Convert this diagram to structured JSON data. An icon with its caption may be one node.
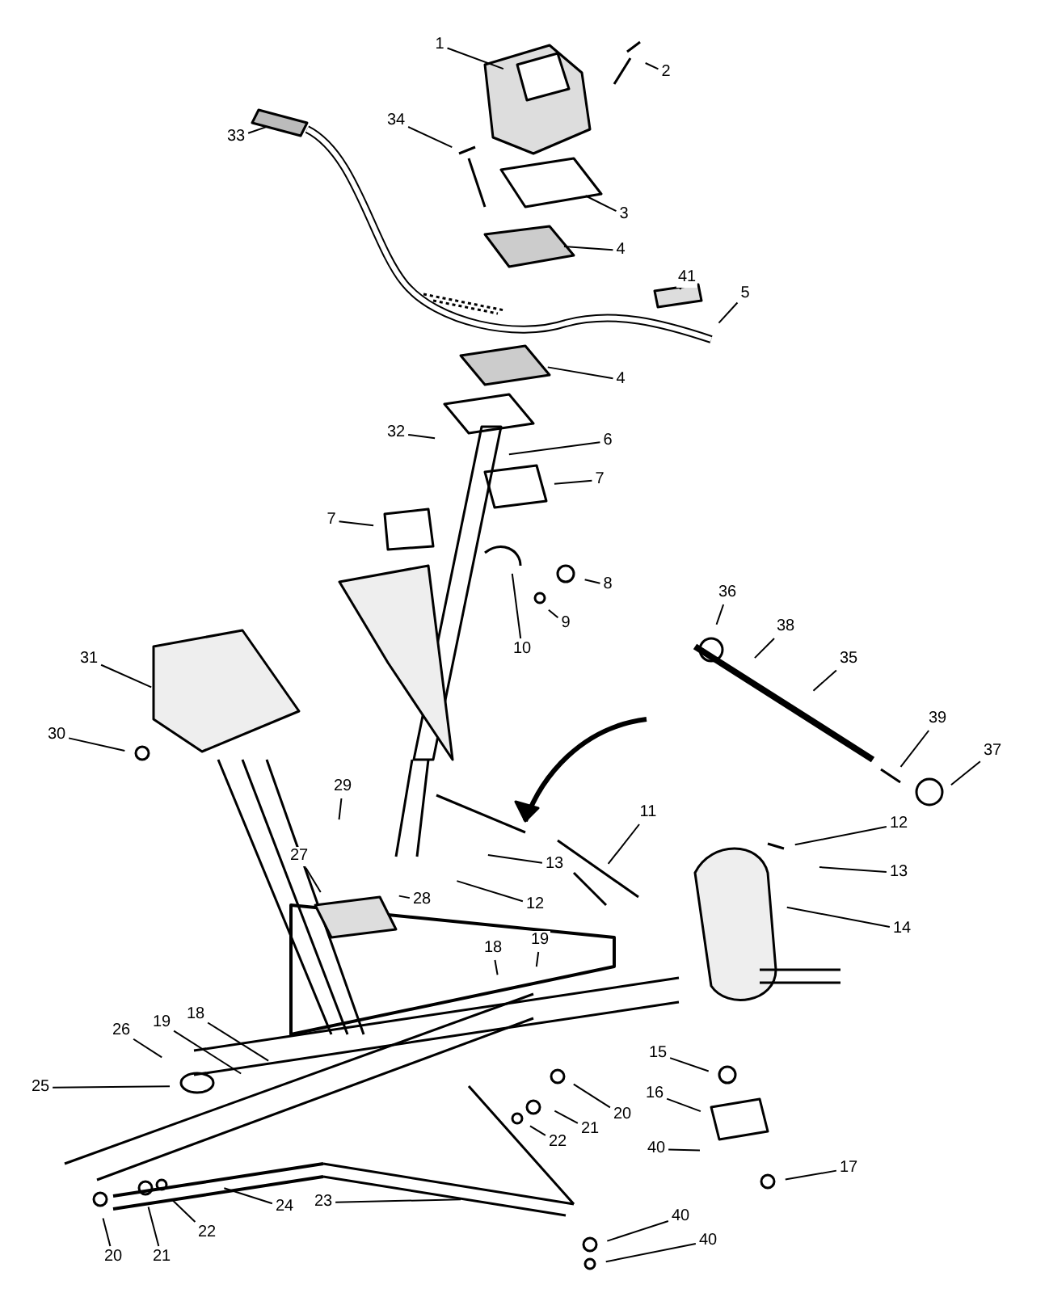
{
  "diagram": {
    "nodes": [
      {
        "text": [
          "1"
        ]
      },
      {
        "text": [
          "2"
        ]
      },
      {
        "text": [
          "33"
        ]
      },
      {
        "text": [
          "34"
        ]
      },
      {
        "text": [
          "3"
        ]
      },
      {
        "text": [
          "4"
        ]
      },
      {
        "text": [
          "41"
        ]
      },
      {
        "text": [
          "5"
        ]
      },
      {
        "text": [
          "4"
        ]
      },
      {
        "text": [
          "32"
        ]
      },
      {
        "text": [
          "6"
        ]
      },
      {
        "text": [
          "7"
        ]
      },
      {
        "text": [
          "7"
        ]
      },
      {
        "text": [
          "8"
        ]
      },
      {
        "text": [
          "9"
        ]
      },
      {
        "text": [
          "10"
        ]
      },
      {
        "text": [
          "36"
        ]
      },
      {
        "text": [
          "38"
        ]
      },
      {
        "text": [
          "35"
        ]
      },
      {
        "text": [
          "31"
        ]
      },
      {
        "text": [
          "30"
        ]
      },
      {
        "text": [
          "39"
        ]
      },
      {
        "text": [
          "37"
        ]
      },
      {
        "text": [
          "29"
        ]
      },
      {
        "text": [
          "11"
        ]
      },
      {
        "text": [
          "12"
        ]
      },
      {
        "text": [
          "27"
        ]
      },
      {
        "text": [
          "13"
        ]
      },
      {
        "text": [
          "13"
        ]
      },
      {
        "text": [
          "28"
        ]
      },
      {
        "text": [
          "12"
        ]
      },
      {
        "text": [
          "14"
        ]
      },
      {
        "text": [
          "18"
        ]
      },
      {
        "text": [
          "19"
        ]
      },
      {
        "text": [
          "26"
        ]
      },
      {
        "text": [
          "19"
        ]
      },
      {
        "text": [
          "18"
        ]
      },
      {
        "text": [
          "25"
        ]
      },
      {
        "text": [
          "15"
        ]
      },
      {
        "text": [
          "16"
        ]
      },
      {
        "text": [
          "20"
        ]
      },
      {
        "text": [
          "21"
        ]
      },
      {
        "text": [
          "22"
        ]
      },
      {
        "text": [
          "40"
        ]
      },
      {
        "text": [
          "17"
        ]
      },
      {
        "text": [
          "24"
        ]
      },
      {
        "text": [
          "23"
        ]
      },
      {
        "text": [
          "20"
        ]
      },
      {
        "text": [
          "21"
        ]
      },
      {
        "text": [
          "22"
        ]
      },
      {
        "text": [
          "40"
        ]
      },
      {
        "text": [
          "40"
        ]
      }
    ],
    "edges": [
      {
        "from": 0,
        "to": null,
        "arrow": "none"
      },
      {
        "from": 1,
        "to": null,
        "arrow": "none"
      },
      {
        "from": 2,
        "to": null,
        "arrow": "none"
      },
      {
        "from": 3,
        "to": null,
        "arrow": "none"
      },
      {
        "from": 4,
        "to": null,
        "arrow": "none"
      },
      {
        "from": 5,
        "to": null,
        "arrow": "none"
      },
      {
        "from": 6,
        "to": null,
        "arrow": "none"
      },
      {
        "from": 7,
        "to": null,
        "arrow": "none"
      },
      {
        "from": 8,
        "to": null,
        "arrow": "none"
      },
      {
        "from": 9,
        "to": null,
        "arrow": "none"
      },
      {
        "from": 10,
        "to": null,
        "arrow": "none"
      },
      {
        "from": 11,
        "to": null,
        "arrow": "none"
      },
      {
        "from": 12,
        "to": null,
        "arrow": "none"
      },
      {
        "from": 13,
        "to": null,
        "arrow": "none"
      },
      {
        "from": 14,
        "to": null,
        "arrow": "none"
      },
      {
        "from": 15,
        "to": null,
        "arrow": "none"
      },
      {
        "from": 16,
        "to": null,
        "arrow": "none"
      },
      {
        "from": 17,
        "to": null,
        "arrow": "none"
      },
      {
        "from": 18,
        "to": null,
        "arrow": "none"
      },
      {
        "from": 19,
        "to": null,
        "arrow": "none"
      },
      {
        "from": 20,
        "to": null,
        "arrow": "none"
      },
      {
        "from": 21,
        "to": null,
        "arrow": "none"
      },
      {
        "from": 22,
        "to": null,
        "arrow": "none"
      },
      {
        "from": 23,
        "to": null,
        "arrow": "none"
      },
      {
        "from": 24,
        "to": null,
        "arrow": "none"
      },
      {
        "from": 25,
        "to": null,
        "arrow": "none"
      },
      {
        "from": 26,
        "to": null,
        "arrow": "none"
      },
      {
        "from": 27,
        "to": null,
        "arrow": "none"
      },
      {
        "from": 28,
        "to": null,
        "arrow": "none"
      },
      {
        "from": 29,
        "to": null,
        "arrow": "none"
      },
      {
        "from": 30,
        "to": null,
        "arrow": "none"
      },
      {
        "from": 31,
        "to": null,
        "arrow": "none"
      },
      {
        "from": 32,
        "to": null,
        "arrow": "none"
      },
      {
        "from": 33,
        "to": null,
        "arrow": "none"
      },
      {
        "from": 34,
        "to": null,
        "arrow": "none"
      },
      {
        "from": 35,
        "to": null,
        "arrow": "none"
      },
      {
        "from": 36,
        "to": null,
        "arrow": "none"
      },
      {
        "from": 37,
        "to": null,
        "arrow": "none"
      },
      {
        "from": 38,
        "to": null,
        "arrow": "none"
      },
      {
        "from": 39,
        "to": null,
        "arrow": "none"
      },
      {
        "from": 40,
        "to": null,
        "arrow": "none"
      },
      {
        "from": 41,
        "to": null,
        "arrow": "none"
      },
      {
        "from": 42,
        "to": null,
        "arrow": "none"
      },
      {
        "from": 43,
        "to": null,
        "arrow": "none"
      },
      {
        "from": 44,
        "to": null,
        "arrow": "none"
      },
      {
        "from": 45,
        "to": null,
        "arrow": "none"
      },
      {
        "from": 46,
        "to": null,
        "arrow": "none"
      },
      {
        "from": 47,
        "to": null,
        "arrow": "none"
      },
      {
        "from": 48,
        "to": null,
        "arrow": "none"
      },
      {
        "from": 49,
        "to": null,
        "arrow": "none"
      },
      {
        "from": 50,
        "to": null,
        "arrow": "none"
      },
      {
        "from": 51,
        "to": null,
        "arrow": "none"
      }
    ]
  }
}
